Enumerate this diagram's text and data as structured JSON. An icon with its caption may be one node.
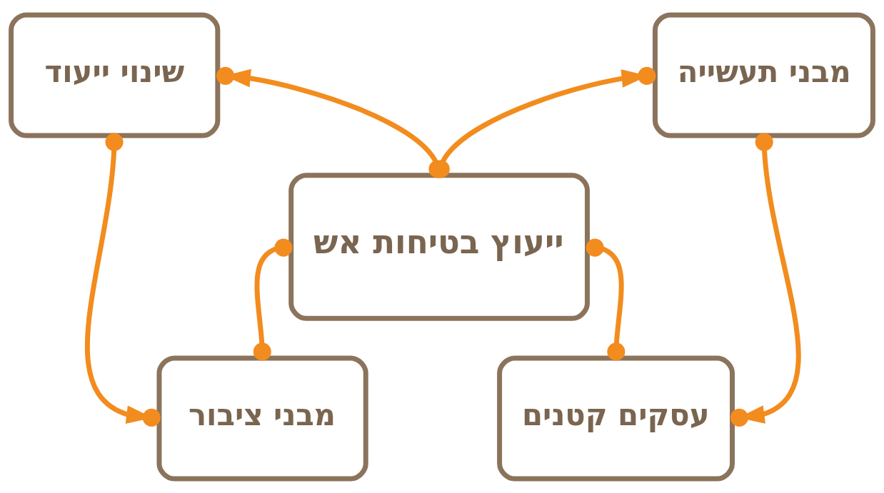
{
  "diagram": {
    "nodes": [
      {
        "text": [
          "שינוי ייעוד"
        ]
      },
      {
        "text": [
          "מבני תעשייה"
        ]
      },
      {
        "text": [
          "ייעוץ בטיחות אש"
        ]
      },
      {
        "text": [
          "מבני ציבור"
        ]
      },
      {
        "text": [
          "עסקים קטנים"
        ]
      }
    ],
    "edges": [
      {
        "from": 2,
        "to": 0,
        "arrow": "to"
      },
      {
        "from": 2,
        "to": 1,
        "arrow": "to"
      },
      {
        "from": 2,
        "to": 3,
        "arrow": "other"
      },
      {
        "from": 2,
        "to": 4,
        "arrow": "other"
      },
      {
        "from": 0,
        "to": 3,
        "arrow": "to"
      },
      {
        "from": 1,
        "to": 4,
        "arrow": "to"
      }
    ]
  }
}
